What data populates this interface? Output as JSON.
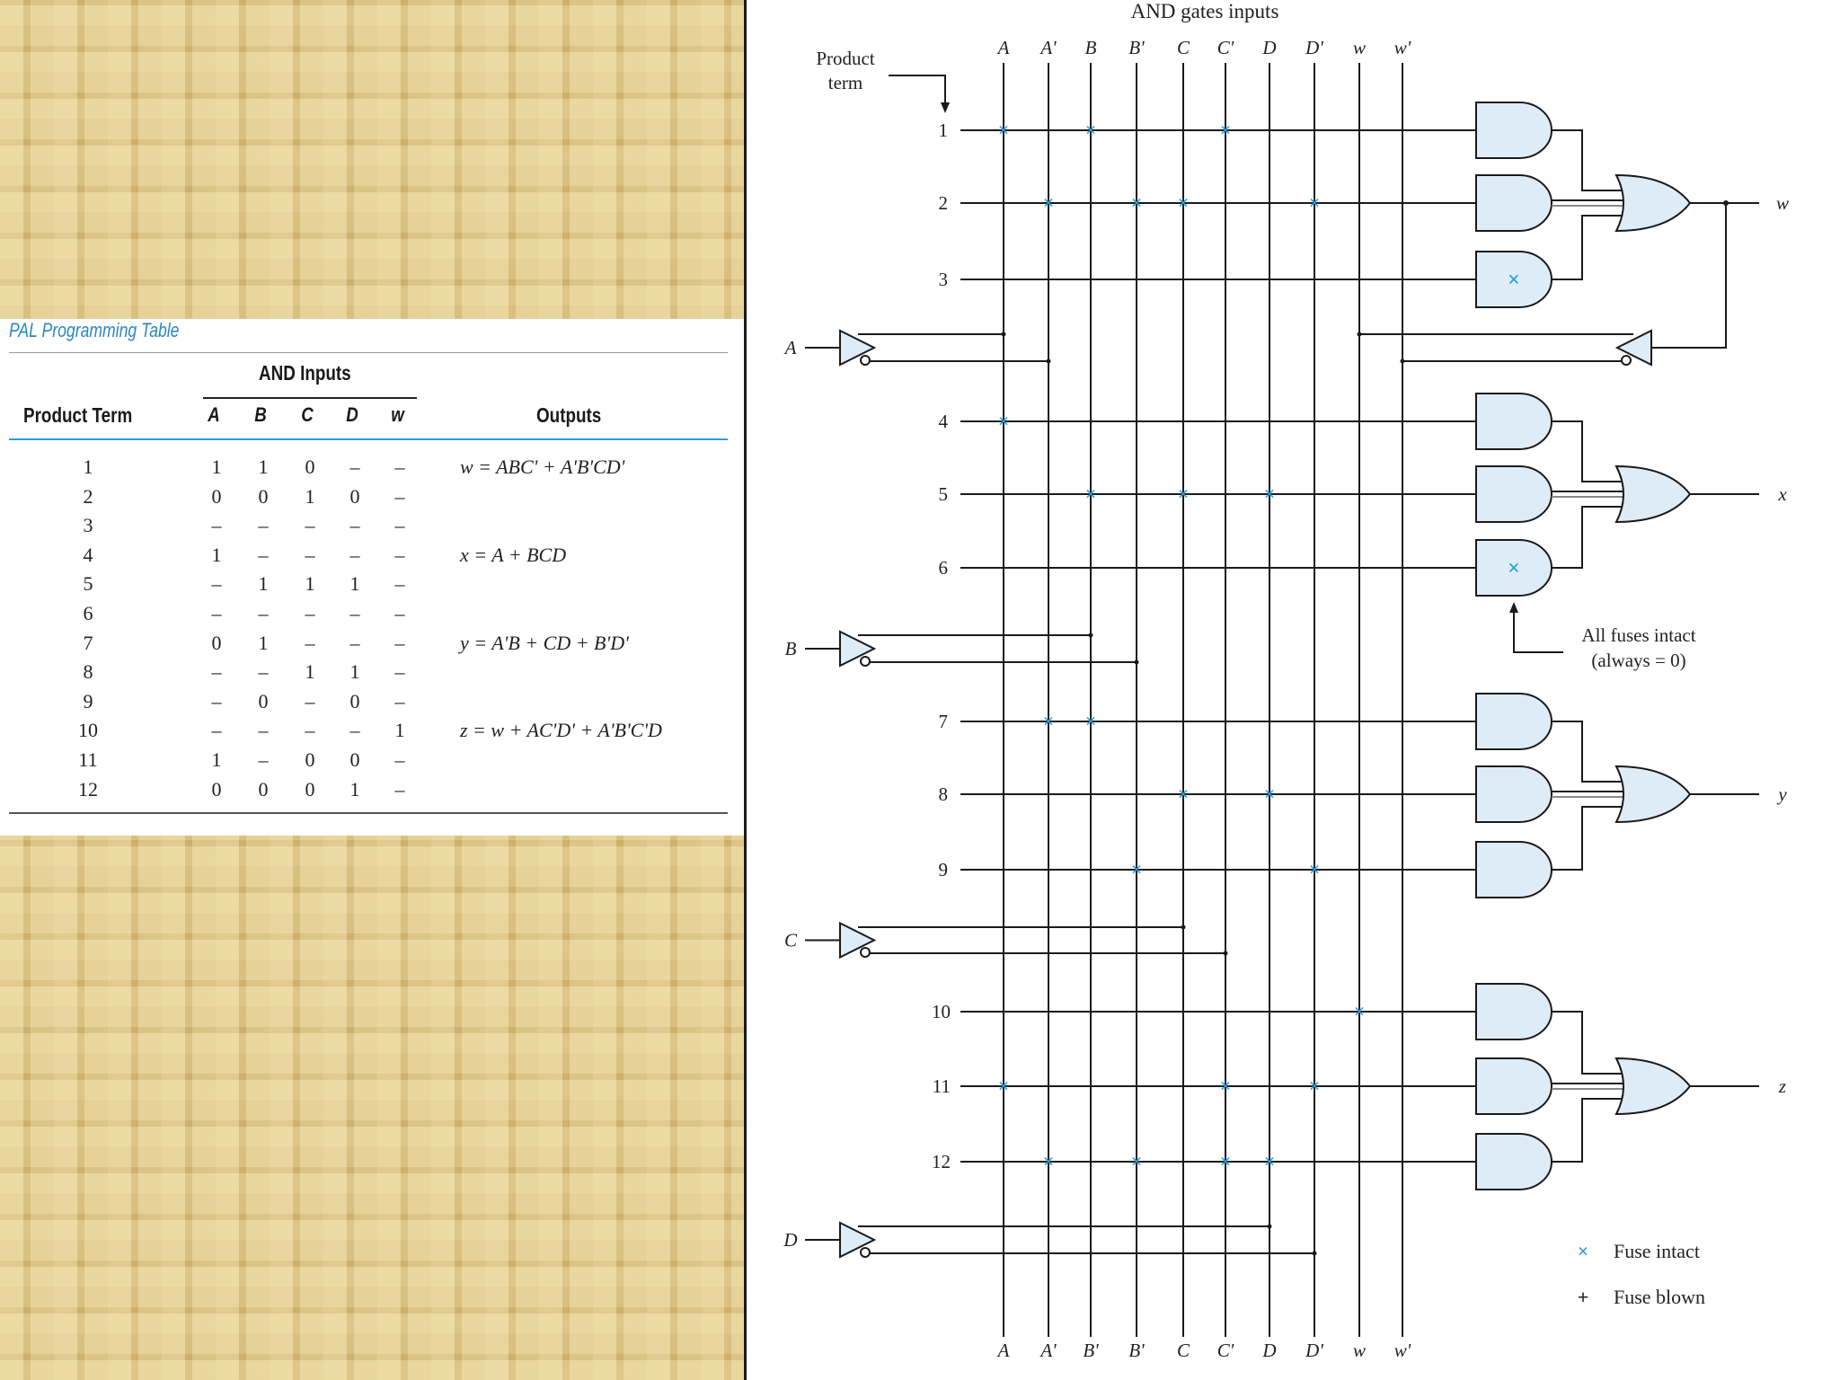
{
  "table": {
    "title": "PAL Programming Table",
    "and_inputs_label": "AND Inputs",
    "product_term_header": "Product Term",
    "outputs_header": "Outputs",
    "input_headers": [
      "A",
      "B",
      "C",
      "D",
      "w"
    ],
    "rows": [
      {
        "term": "1",
        "cells": [
          "1",
          "1",
          "0",
          "–",
          "–"
        ]
      },
      {
        "term": "2",
        "cells": [
          "0",
          "0",
          "1",
          "0",
          "–"
        ]
      },
      {
        "term": "3",
        "cells": [
          "–",
          "–",
          "–",
          "–",
          "–"
        ]
      },
      {
        "term": "4",
        "cells": [
          "1",
          "–",
          "–",
          "–",
          "–"
        ]
      },
      {
        "term": "5",
        "cells": [
          "–",
          "1",
          "1",
          "1",
          "–"
        ]
      },
      {
        "term": "6",
        "cells": [
          "–",
          "–",
          "–",
          "–",
          "–"
        ]
      },
      {
        "term": "7",
        "cells": [
          "0",
          "1",
          "–",
          "–",
          "–"
        ]
      },
      {
        "term": "8",
        "cells": [
          "–",
          "–",
          "1",
          "1",
          "–"
        ]
      },
      {
        "term": "9",
        "cells": [
          "–",
          "0",
          "–",
          "0",
          "–"
        ]
      },
      {
        "term": "10",
        "cells": [
          "–",
          "–",
          "–",
          "–",
          "1"
        ]
      },
      {
        "term": "11",
        "cells": [
          "1",
          "–",
          "0",
          "0",
          "–"
        ]
      },
      {
        "term": "12",
        "cells": [
          "0",
          "0",
          "0",
          "1",
          "–"
        ]
      }
    ],
    "outputs": [
      {
        "first_row": 1,
        "equation": "w = ABC' + A'B'CD'"
      },
      {
        "first_row": 4,
        "equation": "x = A + BCD"
      },
      {
        "first_row": 7,
        "equation": "y = A'B + CD + B'D'"
      },
      {
        "first_row": 10,
        "equation": "z = w + AC'D' + A'B'C'D"
      }
    ]
  },
  "diagram": {
    "title": "AND gates inputs",
    "product_term_label": [
      "Product",
      "term"
    ],
    "column_labels": [
      "A",
      "A'",
      "B",
      "B'",
      "C",
      "C'",
      "D",
      "D'",
      "w",
      "w'"
    ],
    "bottom_column_labels": [
      "A",
      "A'",
      "B'",
      "B'",
      "C",
      "C'",
      "D",
      "D'",
      "w",
      "w'"
    ],
    "product_terms": [
      "1",
      "2",
      "3",
      "4",
      "5",
      "6",
      "7",
      "8",
      "9",
      "10",
      "11",
      "12"
    ],
    "inputs": [
      "A",
      "B",
      "C",
      "D"
    ],
    "outputs": [
      "w",
      "x",
      "y",
      "z"
    ],
    "fuses": [
      [
        0,
        2,
        5
      ],
      [
        1,
        3,
        4,
        7
      ],
      [],
      [
        0
      ],
      [
        2,
        4,
        6
      ],
      [],
      [
        1,
        2
      ],
      [
        4,
        6
      ],
      [
        3,
        7
      ],
      [
        8
      ],
      [
        0,
        5,
        7
      ],
      [
        1,
        3,
        5,
        6
      ]
    ],
    "always_zero_gates": [
      3,
      6
    ],
    "annotation": [
      "All fuses intact",
      "(always = 0)"
    ],
    "legend": [
      {
        "symbol": "×",
        "label": "Fuse intact"
      },
      {
        "symbol": "+",
        "label": "Fuse blown"
      }
    ],
    "colors": {
      "fuse": "#2a9fd8",
      "gate_fill": "#deecf8",
      "line": "#1a1a1a"
    }
  }
}
